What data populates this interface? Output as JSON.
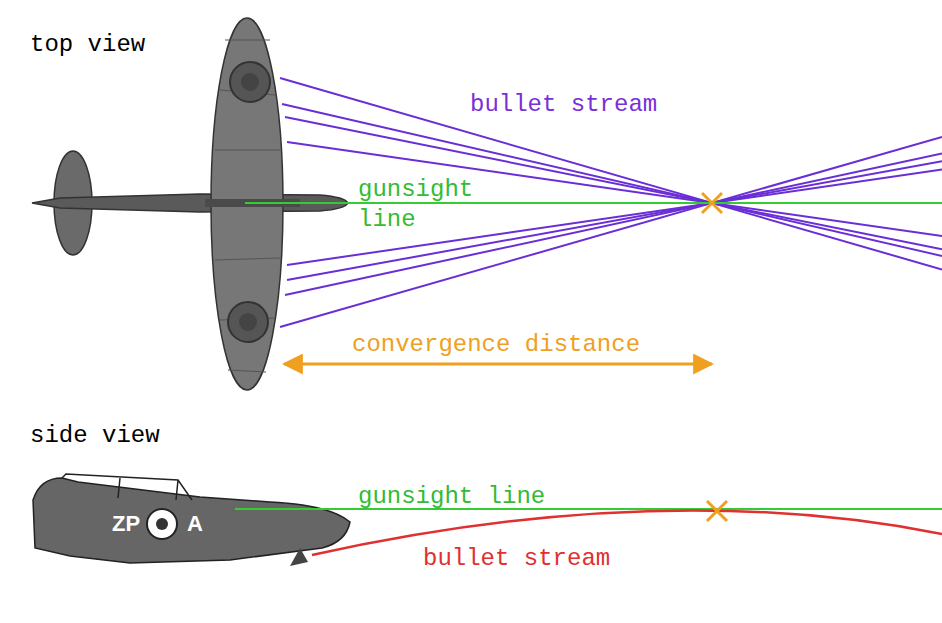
{
  "diagram": {
    "labels": [
      "top view",
      "bullet stream",
      "gunsight line",
      "convergence distance",
      "side view",
      "gunsight line",
      "bullet stream",
      "ZP",
      "A"
    ]
  }
}
